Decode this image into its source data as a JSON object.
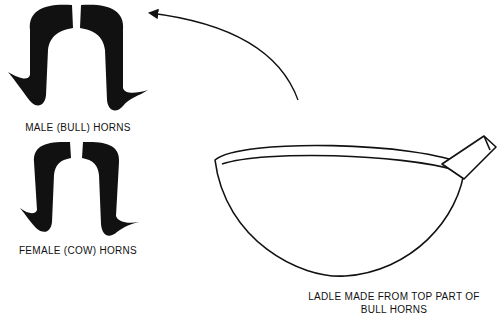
{
  "diagram": {
    "labels": [
      "MALE (BULL) HORNS",
      "FEMALE (COW) HORNS",
      "LADLE MADE FROM TOP PART OF BULL HORNS"
    ]
  }
}
